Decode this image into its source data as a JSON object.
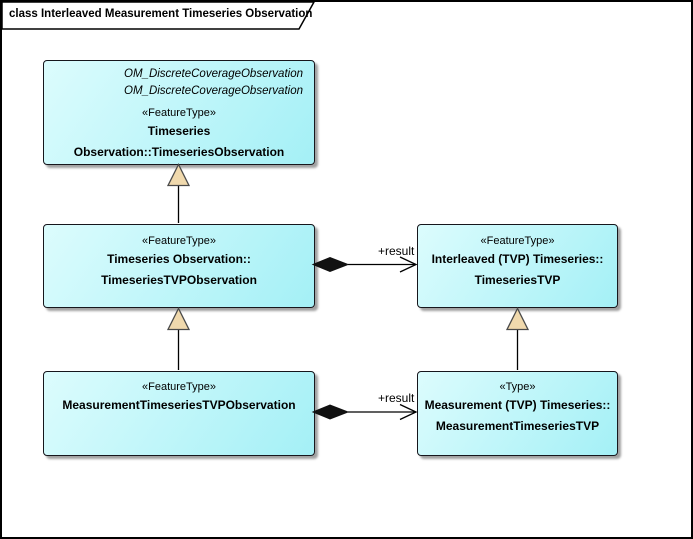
{
  "frame": {
    "title": "class Interleaved Measurement Timeseries Observation"
  },
  "nodes": [
    {
      "parent_line1": "OM_DiscreteCoverageObservation",
      "parent_line2": "OM_DiscreteCoverageObservation",
      "stereotype": "«FeatureType»",
      "name": "Timeseries Observation::TimeseriesObservation"
    },
    {
      "stereotype": "«FeatureType»",
      "name_line1": "Timeseries Observation::",
      "name_line2": "TimeseriesTVPObservation"
    },
    {
      "stereotype": "«FeatureType»",
      "name_line1": "Interleaved (TVP) Timeseries::",
      "name_line2": "TimeseriesTVP"
    },
    {
      "stereotype": "«FeatureType»",
      "name": "MeasurementTimeseriesTVPObservation"
    },
    {
      "stereotype": "«Type»",
      "name_line1": "Measurement (TVP) Timeseries::",
      "name_line2": "MeasurementTimeseriesTVP"
    }
  ],
  "connectors": [
    {
      "type": "generalization",
      "from": "TimeseriesTVPObservation",
      "to": "TimeseriesObservation"
    },
    {
      "type": "generalization",
      "from": "MeasurementTimeseriesTVPObservation",
      "to": "TimeseriesTVPObservation"
    },
    {
      "type": "generalization",
      "from": "MeasurementTimeseriesTVP",
      "to": "TimeseriesTVP"
    },
    {
      "type": "composition",
      "label": "+result",
      "from": "TimeseriesTVPObservation",
      "to": "TimeseriesTVP"
    },
    {
      "type": "composition",
      "label": "+result",
      "from": "MeasurementTimeseriesTVPObservation",
      "to": "MeasurementTimeseriesTVP"
    }
  ],
  "colors": {
    "node_fill_light": "#dcfcfd",
    "node_fill_dark": "#a4f0f6",
    "node_border": "#16161c",
    "generalization_arrow_fill": "#f0d9ad",
    "composition_diamond": "#111111",
    "frame_border": "#000000",
    "background": "#ffffff"
  }
}
